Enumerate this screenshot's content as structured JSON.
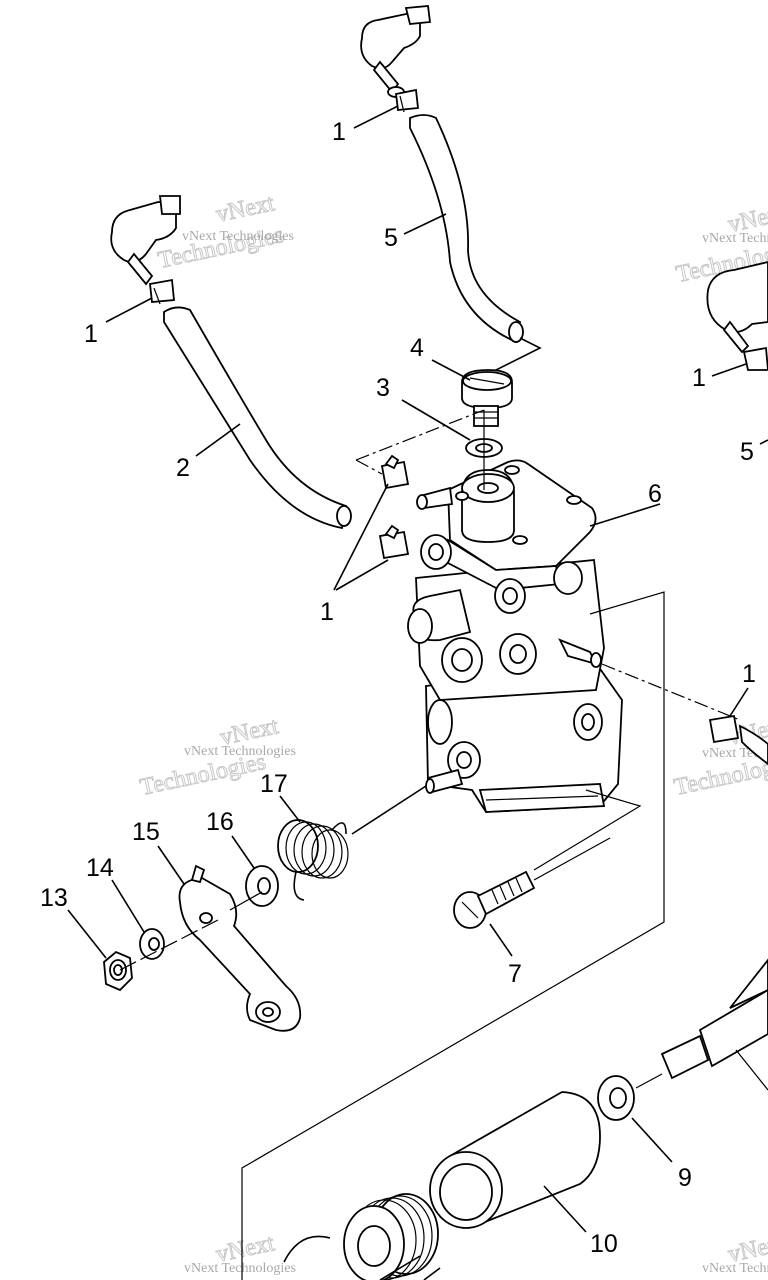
{
  "callouts": {
    "c1_top": "1",
    "c5_top": "5",
    "c1_left": "1",
    "c2": "2",
    "c4": "4",
    "c3": "3",
    "c6": "6",
    "c1_mid": "1",
    "c1_right": "1",
    "c1_edge": "1",
    "c5_edge": "5",
    "c17": "17",
    "c16": "16",
    "c15": "15",
    "c14": "14",
    "c13": "13",
    "c7": "7",
    "c9": "9",
    "c10": "10"
  },
  "watermark": {
    "big_word_1": "vNext",
    "big_word_2": "Technologies",
    "small_text": "vNext Technologies"
  }
}
